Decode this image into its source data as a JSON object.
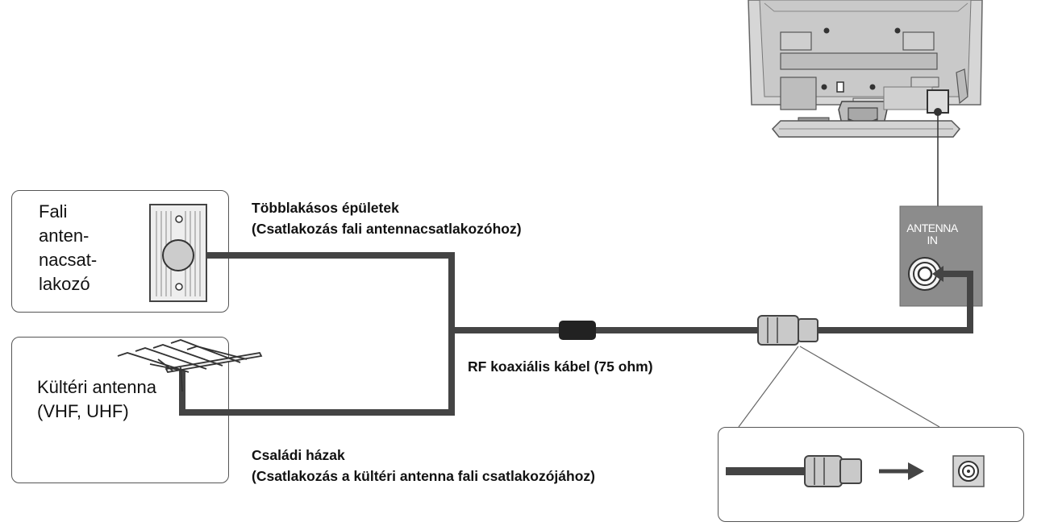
{
  "wall_socket_box": {
    "label_lines": [
      "Fali",
      "anten-",
      "nacsat-",
      "lakozó"
    ]
  },
  "outdoor_antenna_box": {
    "label_lines": [
      "Kültéri antenna",
      "(VHF, UHF)"
    ]
  },
  "captions": {
    "apartments_title": "Többlakásos épületek",
    "apartments_subtitle": "(Csatlakozás fali antennacsatlakozóhoz)",
    "cable": "RF koaxiális kábel (75 ohm)",
    "houses_title": "Családi házak",
    "houses_subtitle": "(Csatlakozás a kültéri antenna fali csatlakozójához)"
  },
  "tv_panel": {
    "port_label_line1": "ANTENNA",
    "port_label_line2": "IN"
  },
  "colors": {
    "cable": "#444444",
    "port_panel": "#8c8c8c",
    "box_border": "#555555"
  }
}
